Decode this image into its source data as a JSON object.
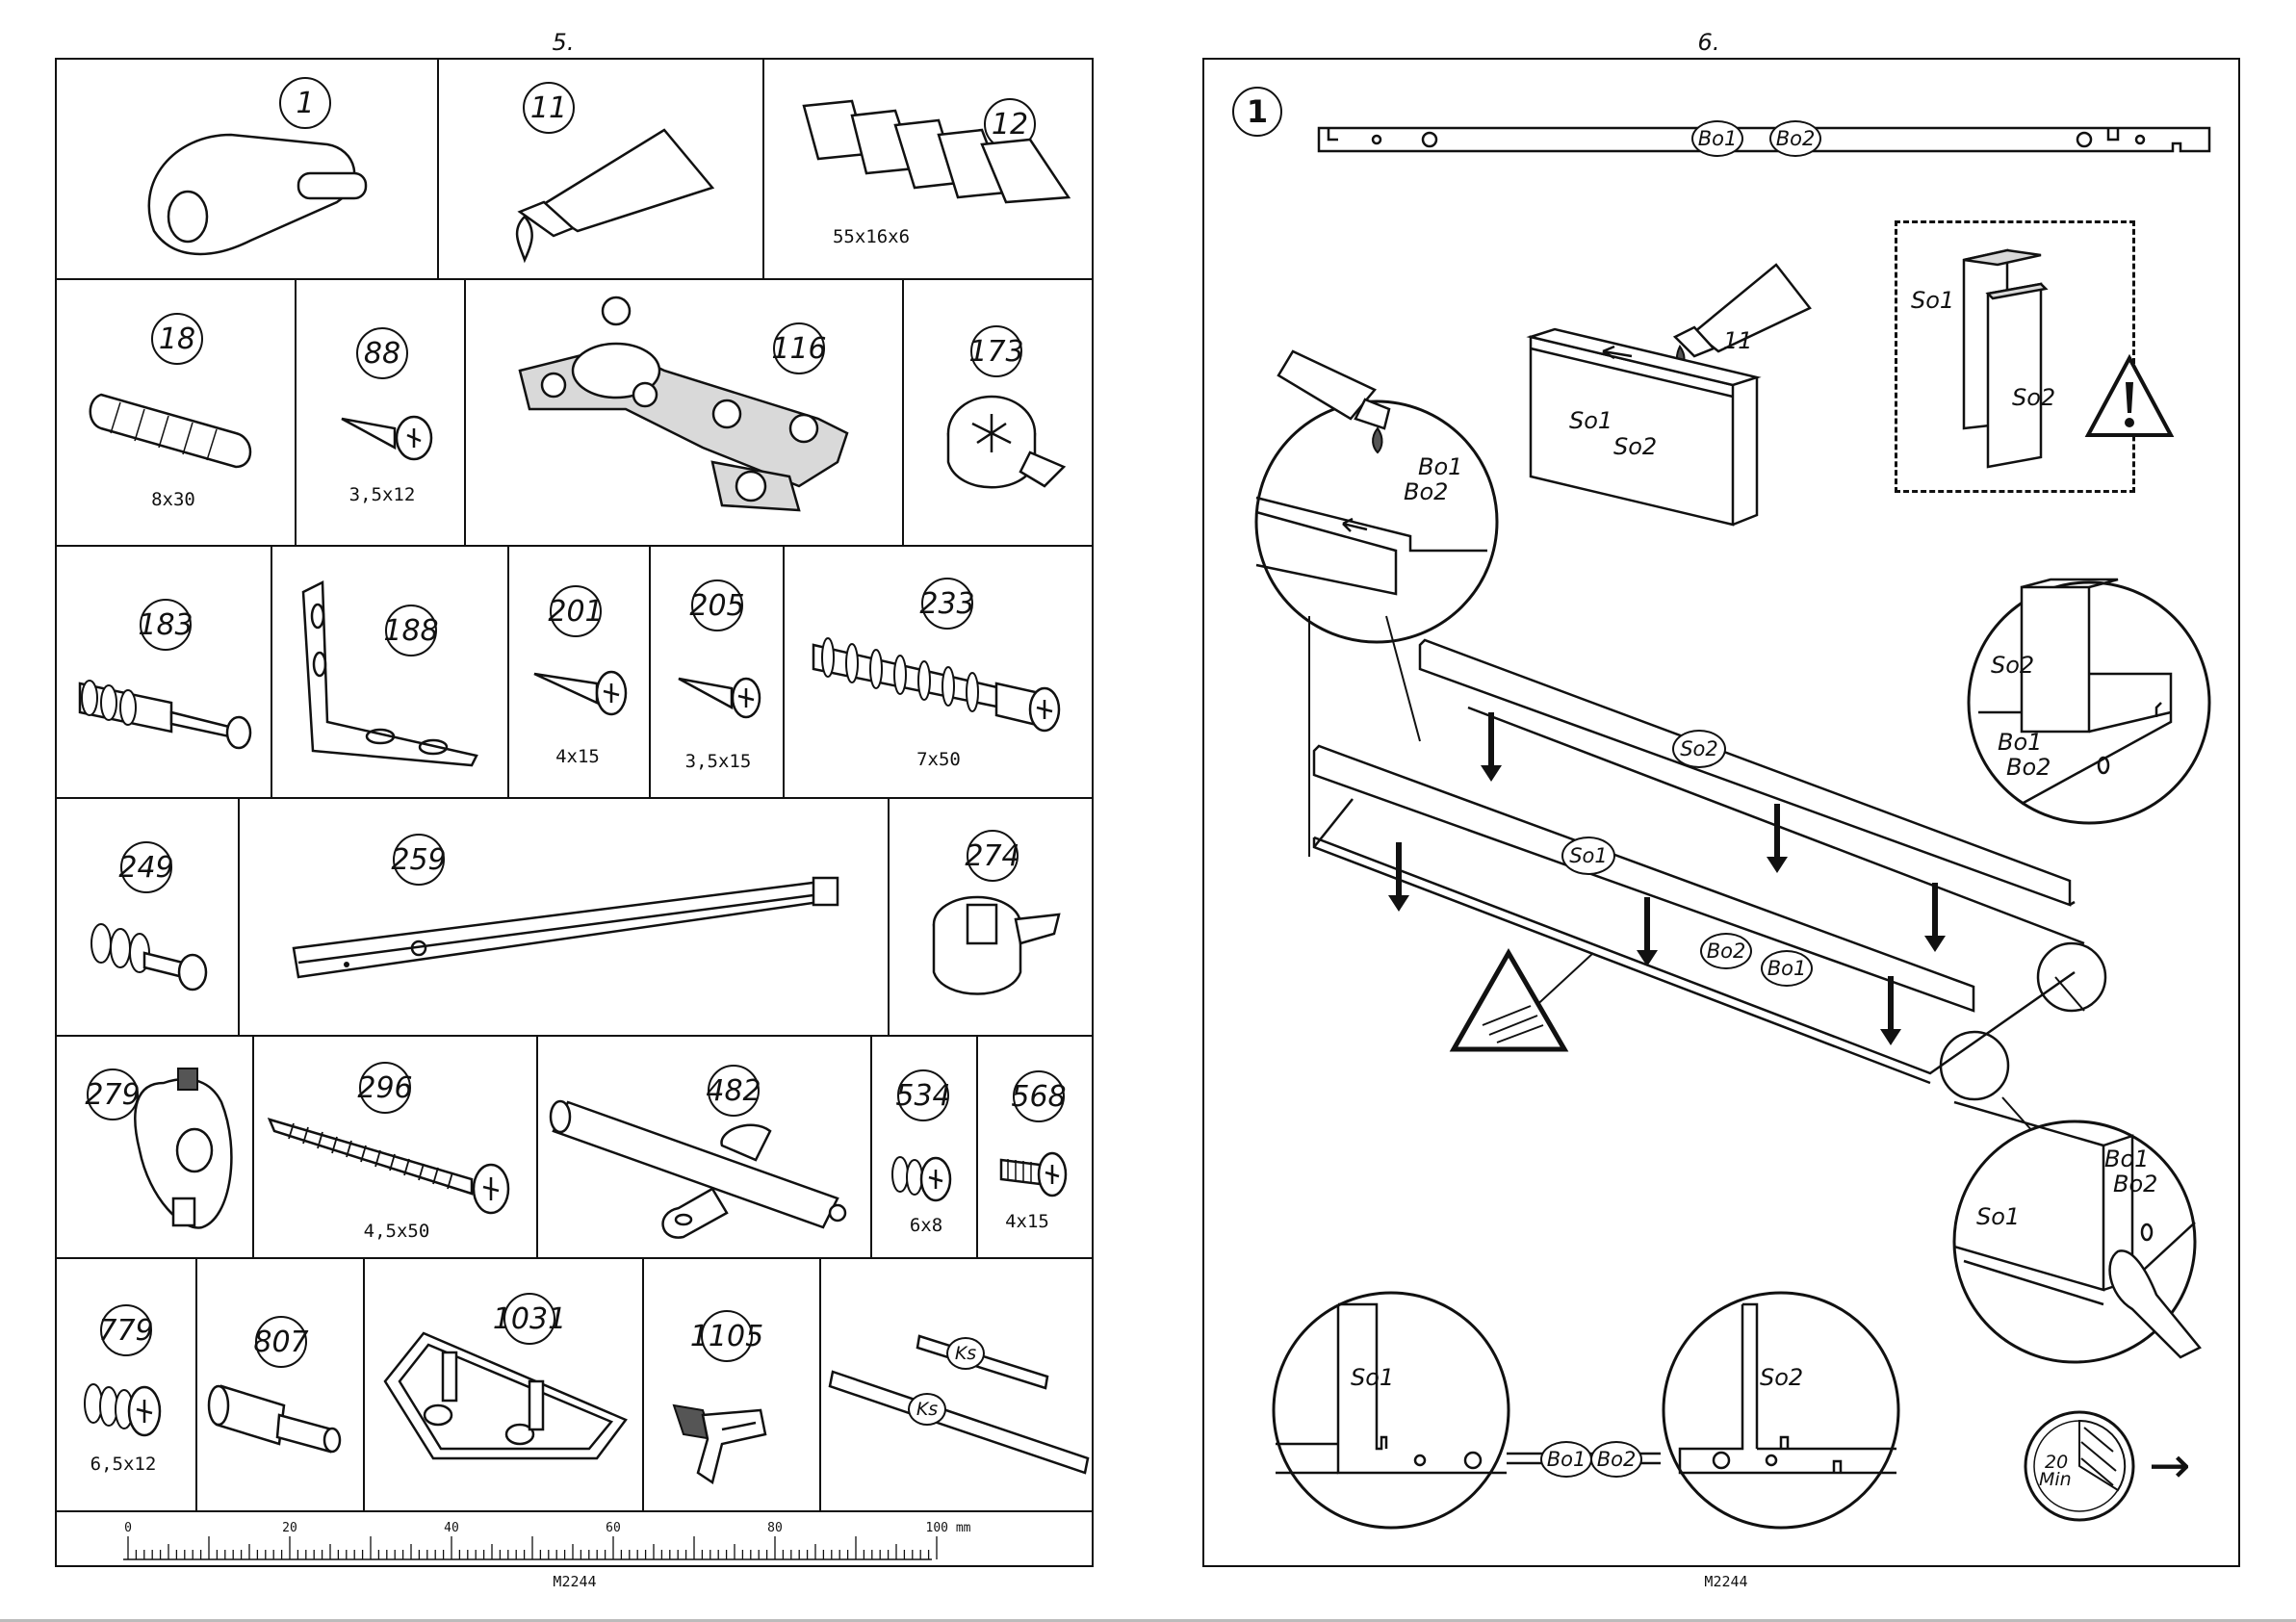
{
  "left_page": {
    "page_number": "5.",
    "doc_code": "M2244",
    "parts": [
      {
        "id": "1",
        "size": ""
      },
      {
        "id": "11",
        "size": ""
      },
      {
        "id": "12",
        "size": "55x16x6"
      },
      {
        "id": "18",
        "size": "8x30"
      },
      {
        "id": "88",
        "size": "3,5x12"
      },
      {
        "id": "116",
        "size": ""
      },
      {
        "id": "173",
        "size": ""
      },
      {
        "id": "183",
        "size": ""
      },
      {
        "id": "188",
        "size": ""
      },
      {
        "id": "201",
        "size": "4x15"
      },
      {
        "id": "205",
        "size": "3,5x15"
      },
      {
        "id": "233",
        "size": "7x50"
      },
      {
        "id": "249",
        "size": ""
      },
      {
        "id": "259",
        "size": ""
      },
      {
        "id": "274",
        "size": ""
      },
      {
        "id": "279",
        "size": ""
      },
      {
        "id": "296",
        "size": "4,5x50"
      },
      {
        "id": "482",
        "size": ""
      },
      {
        "id": "534",
        "size": "6x8"
      },
      {
        "id": "568",
        "size": "4x15"
      },
      {
        "id": "779",
        "size": "6,5x12"
      },
      {
        "id": "807",
        "size": ""
      },
      {
        "id": "1031",
        "size": ""
      },
      {
        "id": "1105",
        "size": ""
      },
      {
        "id": "Ks",
        "size": ""
      }
    ],
    "ruler": {
      "labels": [
        "0",
        "20",
        "40",
        "60",
        "80",
        "100 mm"
      ]
    }
  },
  "right_page": {
    "page_number": "6.",
    "doc_code": "M2244",
    "step": "1",
    "glue_part": "11",
    "time": {
      "value": "20",
      "unit": "Min"
    },
    "labels": {
      "bo1": "Bo1",
      "bo2": "Bo2",
      "so1": "So1",
      "so2": "So2",
      "next_arrow": "→"
    }
  }
}
